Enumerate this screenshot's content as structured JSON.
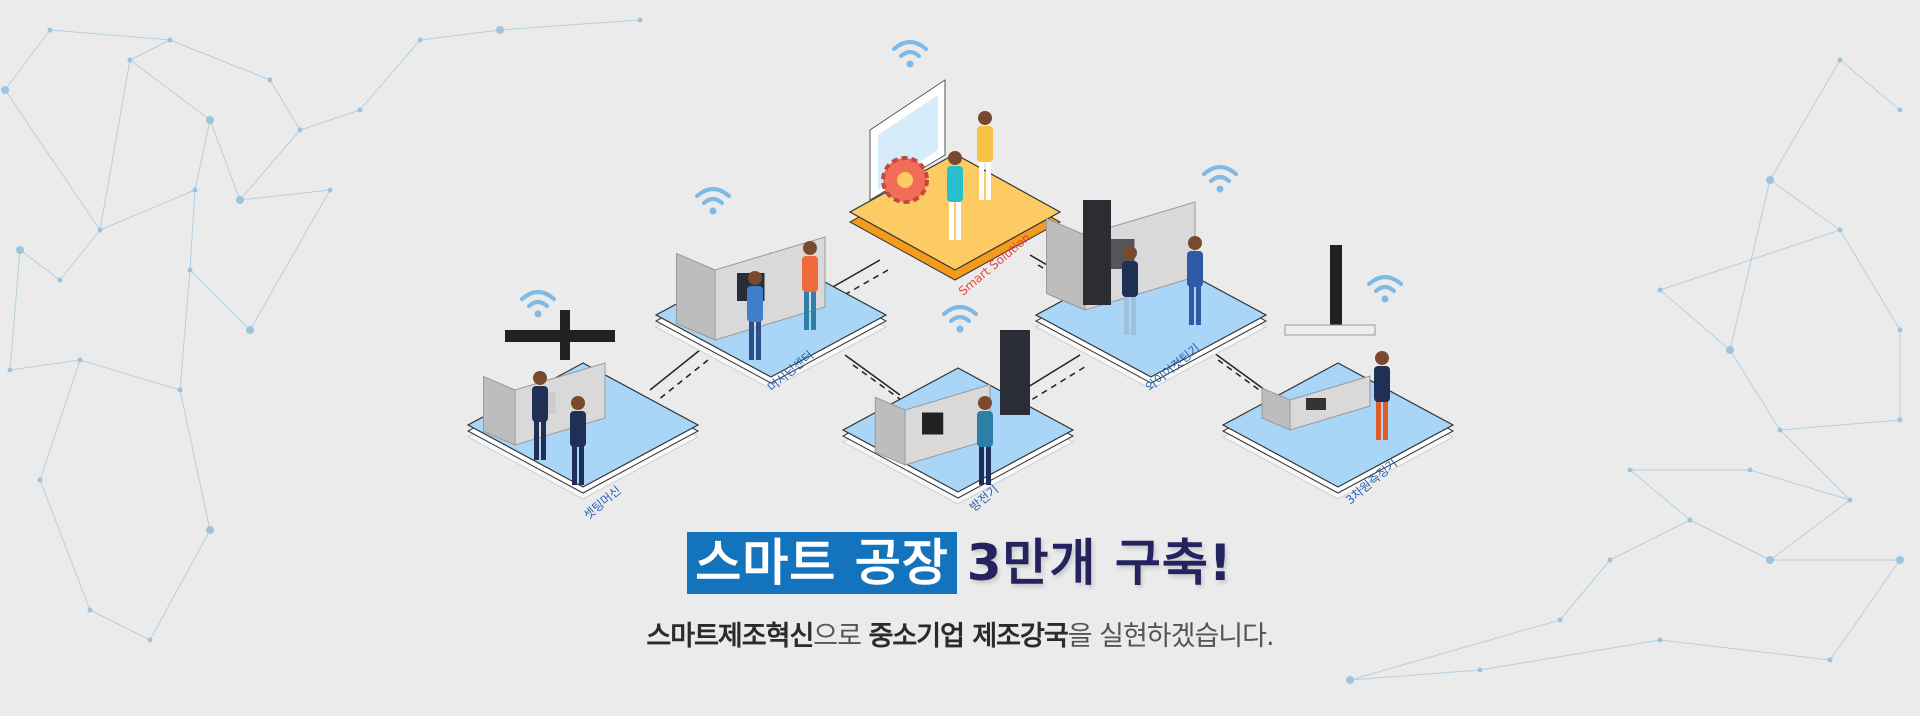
{
  "headline": {
    "highlight": "스마트 공장",
    "rest": "3만개 구축!"
  },
  "subtitle": {
    "part1": "스마트제조혁신",
    "part2": "으로 ",
    "part3": "중소기업 제조강국",
    "part4": "을 실현하겠습니다."
  },
  "center_tile": {
    "label": "Smart Solution"
  },
  "tiles": [
    {
      "label": "셋팅머신"
    },
    {
      "label": "머시닝센터"
    },
    {
      "label": "방전기"
    },
    {
      "label": "와이어컷팅기"
    },
    {
      "label": "3차원측정기"
    }
  ],
  "colors": {
    "highlight_bg": "#1473bd",
    "headline_text": "#25235f",
    "tile_fill": "#a9d5f7",
    "center_tile_fill": "#fccb63",
    "center_tile_edge": "#f29b1c",
    "network": "#9ec4dd"
  }
}
